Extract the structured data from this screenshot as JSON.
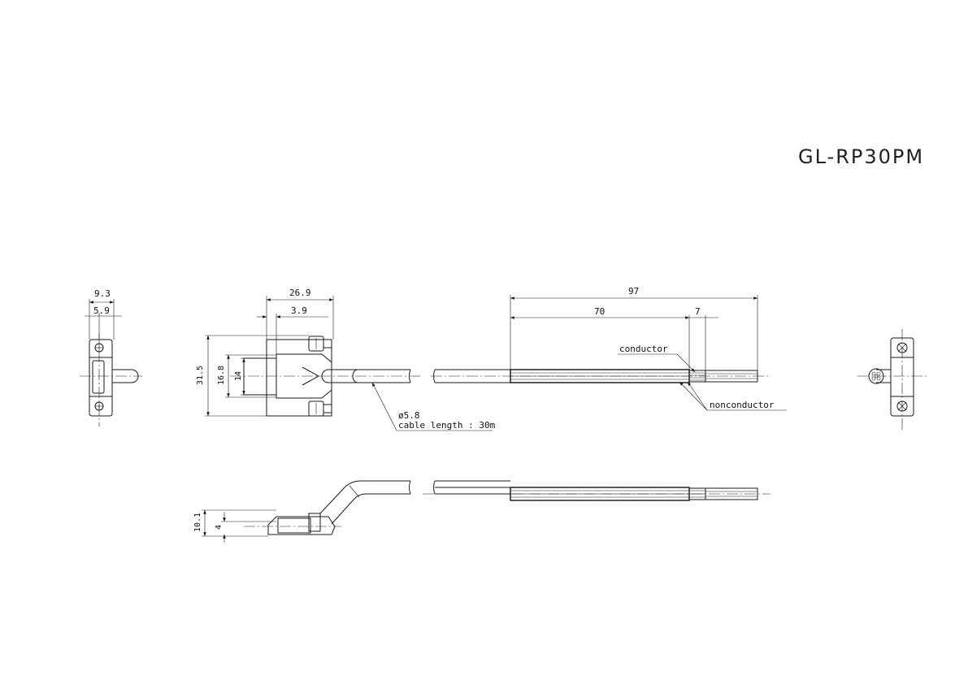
{
  "title": "GL-RP30PM",
  "dimensions": {
    "end_view_width": "9.3",
    "end_view_inner": "5.9",
    "overall_length": "26.9",
    "offset": "3.9",
    "height": "31.5",
    "inner_height": "16.8",
    "core_height": "14",
    "strip_total": "97",
    "strip_70": "70",
    "strip_7": "7",
    "side_height": "10.1",
    "side_core": "4"
  },
  "labels": {
    "conductor": "conductor",
    "nonconductor": "nonconductor",
    "diameter": "ø5.8",
    "cable_length": "cable length : 30m"
  }
}
